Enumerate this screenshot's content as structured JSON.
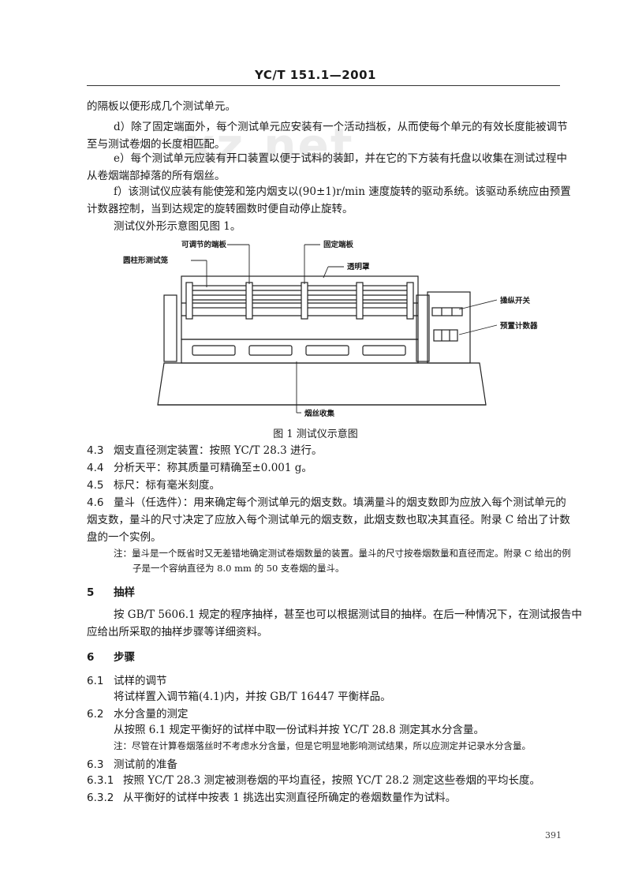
{
  "header": {
    "code": "YC/T 151.1—2001"
  },
  "watermark": "xz.net",
  "paragraphs": {
    "p0": "的隔板以便形成几个测试单元。",
    "p1a": "d）除了固定端面外，每个测试单元应安装有一个活动挡板，从而使每个单元的有效长度能被调节",
    "p1b": "至与测试卷烟的长度相匹配。",
    "p2a": "e）每个测试单元应装有开口装置以便于试料的装卸，并在它的下方装有托盘以收集在测试过程中",
    "p2b": "从卷烟端部掉落的所有烟丝。",
    "p3a": "f）该测试仪应装有能使笼和笼内烟支以(90±1)r/min 速度旋转的驱动系统。该驱动系统应由预置",
    "p3b": "计数器控制，当到达规定的旋转圈数时便自动停止旋转。",
    "p4": "测试仪外形示意图见图 1。"
  },
  "figure": {
    "labels": {
      "adjustable_end": "可调节的端板",
      "fixed_end": "固定端板",
      "cylinder_cage": "圆柱形测试笼",
      "transparent_cover": "透明罩",
      "control_switch": "操纵开关",
      "preset_counter": "预置计数器",
      "tobacco_collector": "烟丝收集"
    },
    "caption": "图 1   测试仪示意图"
  },
  "sections": {
    "s43": {
      "num": "4.3",
      "text": "烟支直径测定装置：按照 YC/T 28.3 进行。"
    },
    "s44": {
      "num": "4.4",
      "text": "分析天平：称其质量可精确至±0.001 g。"
    },
    "s45": {
      "num": "4.5",
      "text": "标尺：标有毫米刻度。"
    },
    "s46": {
      "num": "4.6",
      "text": "量斗（任选件）：用来确定每个测试单元的烟支数。填满量斗的烟支数即为应放入每个测试单元的"
    },
    "s46b": "烟支数，量斗的尺寸决定了应放入每个测试单元的烟支数，此烟支数也取决其直径。附录 C 给出了计数",
    "s46c": "盘的一个实例。",
    "note1a": "注：量斗是一个既省时又无差错地确定测试卷烟数量的装置。量斗的尺寸按卷烟数量和直径而定。附录 C 给出的例",
    "note1b": "子是一个容纳直径为 8.0 mm 的 50 支卷烟的量斗。",
    "h5": {
      "num": "5",
      "text": "抽样"
    },
    "p5a": "按 GB/T 5606.1 规定的程序抽样，甚至也可以根据测试目的抽样。在后一种情况下，在测试报告中",
    "p5b": "应给出所采取的抽样步骤等详细资料。",
    "h6": {
      "num": "6",
      "text": "步骤"
    },
    "s61": {
      "num": "6.1",
      "text": "试样的调节"
    },
    "p61": "将试样置入调节箱(4.1)内，并按 GB/T 16447 平衡样品。",
    "s62": {
      "num": "6.2",
      "text": "水分含量的测定"
    },
    "p62": "从按照 6.1 规定平衡好的试样中取一份试料并按 YC/T 28.8 测定其水分含量。",
    "note2": "注：尽管在计算卷烟落丝时不考虑水分含量，但是它明显地影响测试结果，所以应测定并记录水分含量。",
    "s63": {
      "num": "6.3",
      "text": "测试前的准备"
    },
    "s631": {
      "num": "6.3.1",
      "text": "按照 YC/T 28.3 测定被测卷烟的平均直径，按照 YC/T 28.2 测定这些卷烟的平均长度。"
    },
    "s632": {
      "num": "6.3.2",
      "text": "从平衡好的试样中按表 1 挑选出实测直径所确定的卷烟数量作为试料。"
    }
  },
  "page_number": "391"
}
